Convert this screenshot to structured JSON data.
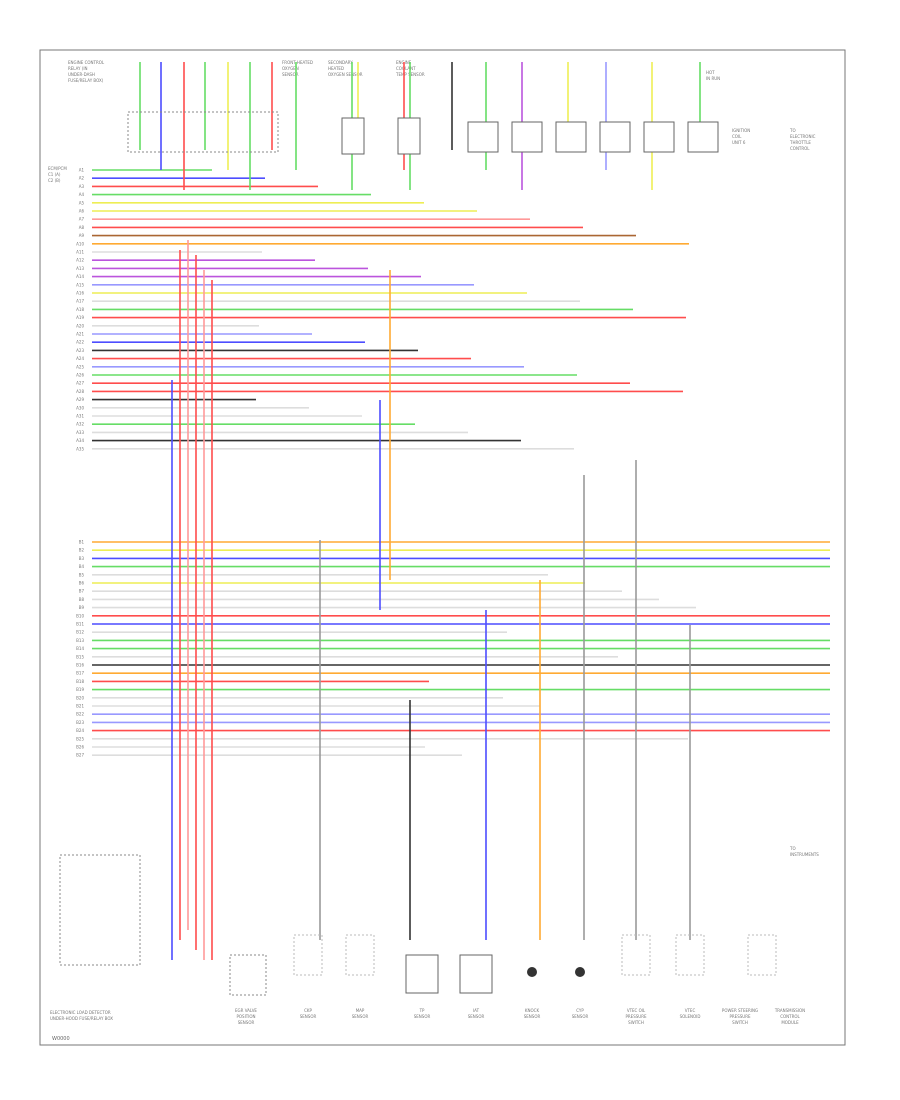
{
  "diagram": {
    "footer_code": "W0000",
    "top_labels": {
      "engine_harness": [
        "ENGINE CONTROL",
        "RELAY (IN",
        "UNDER-DASH",
        "FUSE/RELAY BOX)"
      ],
      "front_o2": [
        "FRONT HEATED",
        "OXYGEN",
        "SENSOR"
      ],
      "rear_o2": [
        "SECONDARY",
        "HEATED",
        "OXYGEN SENSOR"
      ],
      "mass_air": [
        "ENGINE",
        "COOLANT",
        "TEMP SENSOR"
      ],
      "hot_in_run": [
        "HOT",
        "IN RUN"
      ],
      "injector_col_6": [
        "IGNITION",
        "COIL",
        "UNIT 6"
      ],
      "side_note_right": [
        "TO",
        "ELECTRONIC",
        "THROTTLE",
        "CONTROL"
      ]
    },
    "left_side_labels": [
      "ECM/PCM",
      "C1 (A)",
      "C2 (B)"
    ],
    "pin_rows_upper": [
      "A1",
      "A2",
      "A3",
      "A4",
      "A5",
      "A6",
      "A7",
      "A8",
      "A9",
      "A10",
      "A11",
      "A12",
      "A13",
      "A14",
      "A15",
      "A16",
      "A17",
      "A18",
      "A19",
      "A20",
      "A21",
      "A22",
      "A23",
      "A24",
      "A25",
      "A26",
      "A27",
      "A28",
      "A29",
      "A30",
      "A31",
      "A32",
      "A33",
      "A34",
      "A35"
    ],
    "pin_rows_lower": [
      "B1",
      "B2",
      "B3",
      "B4",
      "B5",
      "B6",
      "B7",
      "B8",
      "B9",
      "B10",
      "B11",
      "B12",
      "B13",
      "B14",
      "B15",
      "B16",
      "B17",
      "B18",
      "B19",
      "B20",
      "B21",
      "B22",
      "B23",
      "B24",
      "B25",
      "B26",
      "B27"
    ],
    "bottom_components": [
      [
        "EGR VALVE",
        "POSITION",
        "SENSOR"
      ],
      [
        "CKP",
        "SENSOR"
      ],
      [
        "MAP",
        "SENSOR"
      ],
      [
        "TP",
        "SENSOR"
      ],
      [
        "IAT",
        "SENSOR"
      ],
      [
        "KNOCK",
        "SENSOR"
      ],
      [
        "CYP",
        "SENSOR"
      ],
      [
        "VTEC OIL",
        "PRESSURE",
        "SWITCH"
      ],
      [
        "VTEC",
        "SOLENOID"
      ],
      [
        "POWER STEERING",
        "PRESSURE",
        "SWITCH"
      ],
      [
        "TRANSMISSION",
        "CONTROL",
        "MODULE"
      ]
    ],
    "bottom_left_note": [
      "ELECTRONIC LOAD DETECTOR",
      "UNDER-HOOD FUSE/RELAY BOX"
    ],
    "right_edge_labels": [
      "TO",
      "INSTRUMENTS"
    ],
    "colors": {
      "red": "#ff4d4d",
      "pink": "#ff9999",
      "blue": "#4d4dff",
      "lightblue": "#9999ff",
      "green": "#66dd66",
      "yellow": "#eeee55",
      "orange": "#ffaa33",
      "violet": "#bb55dd",
      "brown": "#aa6633",
      "black": "#333333",
      "gray": "#999999",
      "white": "#dddddd"
    }
  }
}
